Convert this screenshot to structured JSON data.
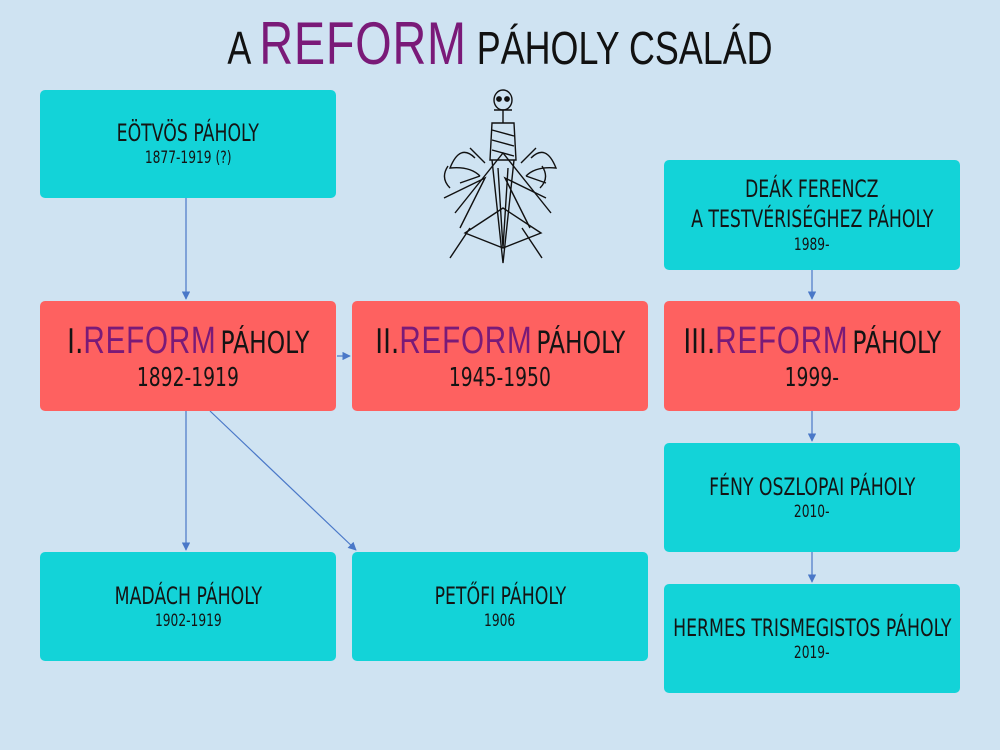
{
  "title": {
    "prefix": "A",
    "reform": "REFORM",
    "suffix": "PÁHOLY CSALÁD"
  },
  "colors": {
    "background": "#cfe3f2",
    "box_cyan": "#13d3d8",
    "box_red": "#fe6160",
    "reform_purple": "#7a1a78",
    "arrow": "#4a78c8"
  },
  "nodes": {
    "eotvos": {
      "name": "EÖTVÖS PÁHOLY",
      "date": "1877-1919 (?)"
    },
    "deak": {
      "name_line1": "DEÁK FERENCZ",
      "name_line2": "A TESTVÉRISÉGHEZ PÁHOLY",
      "date": "1989-"
    },
    "reform1": {
      "roman": "I.",
      "reform": "REFORM",
      "suffix": "PÁHOLY",
      "date": "1892-1919"
    },
    "reform2": {
      "roman": "II.",
      "reform": "REFORM",
      "suffix": "PÁHOLY",
      "date": "1945-1950"
    },
    "reform3": {
      "roman": "III.",
      "reform": "REFORM",
      "suffix": "PÁHOLY",
      "date": "1999-"
    },
    "feny": {
      "name": "FÉNY OSZLOPAI PÁHOLY",
      "date": "2010-"
    },
    "madach": {
      "name": "MADÁCH PÁHOLY",
      "date": "1902-1919"
    },
    "petofi": {
      "name": "PETŐFI PÁHOLY",
      "date": "1906"
    },
    "hermes": {
      "name": "HERMES TRISMEGISTOS PÁHOLY",
      "date": "2019-"
    }
  },
  "emblem": {
    "icon": "masonic-skull-dagger-emblem-icon"
  }
}
